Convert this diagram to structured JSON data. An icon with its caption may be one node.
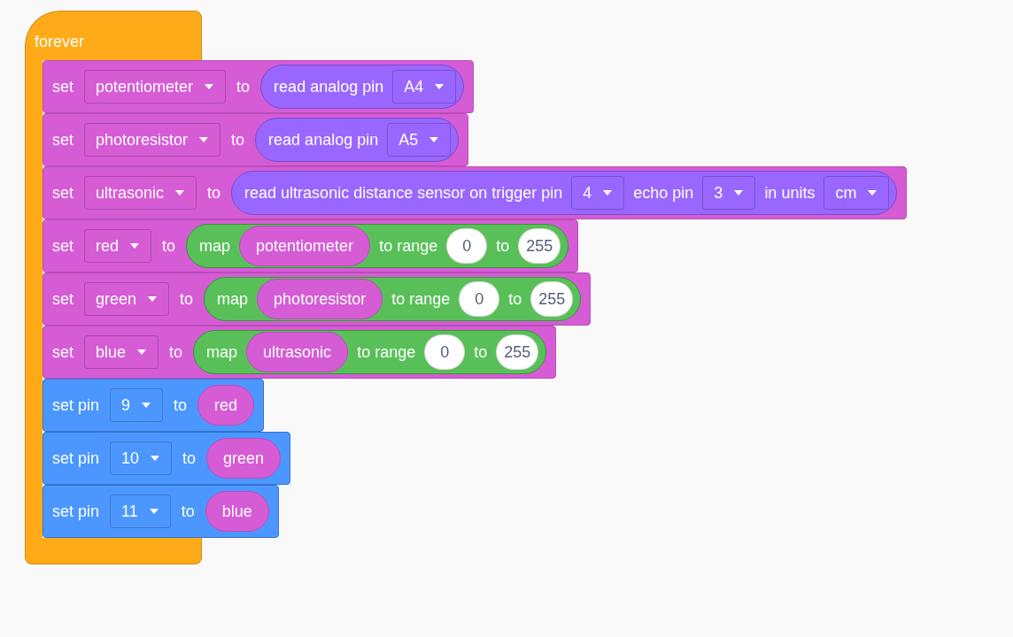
{
  "diagram": {
    "nodes": [
      {
        "text": [
          "forever"
        ]
      },
      {
        "text": [
          "set",
          "to"
        ]
      },
      {
        "text": [
          "potentiometer"
        ],
        "in": 1
      },
      {
        "text": [
          "read analog pin"
        ],
        "in": 1
      },
      {
        "text": [
          "A4"
        ],
        "in": 3
      },
      {
        "text": [
          "set",
          "to"
        ]
      },
      {
        "text": [
          "photoresistor"
        ],
        "in": 5
      },
      {
        "text": [
          "read analog pin"
        ],
        "in": 5
      },
      {
        "text": [
          "A5"
        ],
        "in": 7
      },
      {
        "text": [
          "set",
          "to"
        ]
      },
      {
        "text": [
          "ultrasonic"
        ],
        "in": 9
      },
      {
        "text": [
          "read ultrasonic distance sensor on trigger pin",
          "echo pin",
          "in units"
        ],
        "in": 9
      },
      {
        "text": [
          "4"
        ],
        "in": 11
      },
      {
        "text": [
          "3"
        ],
        "in": 11
      },
      {
        "text": [
          "cm"
        ],
        "in": 11
      },
      {
        "text": [
          "set",
          "to"
        ]
      },
      {
        "text": [
          "red"
        ],
        "in": 15
      },
      {
        "text": [
          "map",
          "to range",
          "to"
        ],
        "in": 15
      },
      {
        "text": [
          "potentiometer"
        ],
        "in": 17
      },
      {
        "text": [
          "0"
        ],
        "in": 17
      },
      {
        "text": [
          "255"
        ],
        "in": 17
      },
      {
        "text": [
          "set",
          "to"
        ]
      },
      {
        "text": [
          "green"
        ],
        "in": 21
      },
      {
        "text": [
          "map",
          "to range",
          "to"
        ],
        "in": 21
      },
      {
        "text": [
          "photoresistor"
        ],
        "in": 23
      },
      {
        "text": [
          "0"
        ],
        "in": 23
      },
      {
        "text": [
          "255"
        ],
        "in": 23
      },
      {
        "text": [
          "set",
          "to"
        ]
      },
      {
        "text": [
          "blue"
        ],
        "in": 27
      },
      {
        "text": [
          "map",
          "to range",
          "to"
        ],
        "in": 27
      },
      {
        "text": [
          "ultrasonic"
        ],
        "in": 29
      },
      {
        "text": [
          "0"
        ],
        "in": 29
      },
      {
        "text": [
          "255"
        ],
        "in": 29
      },
      {
        "text": [
          "set pin",
          "to"
        ]
      },
      {
        "text": [
          "9"
        ],
        "in": 33
      },
      {
        "text": [
          "red"
        ],
        "in": 33
      },
      {
        "text": [
          "set pin",
          "to"
        ]
      },
      {
        "text": [
          "10"
        ],
        "in": 36
      },
      {
        "text": [
          "green"
        ],
        "in": 36
      },
      {
        "text": [
          "set pin",
          "to"
        ]
      },
      {
        "text": [
          "11"
        ],
        "in": 39
      },
      {
        "text": [
          "blue"
        ],
        "in": 39
      }
    ]
  }
}
